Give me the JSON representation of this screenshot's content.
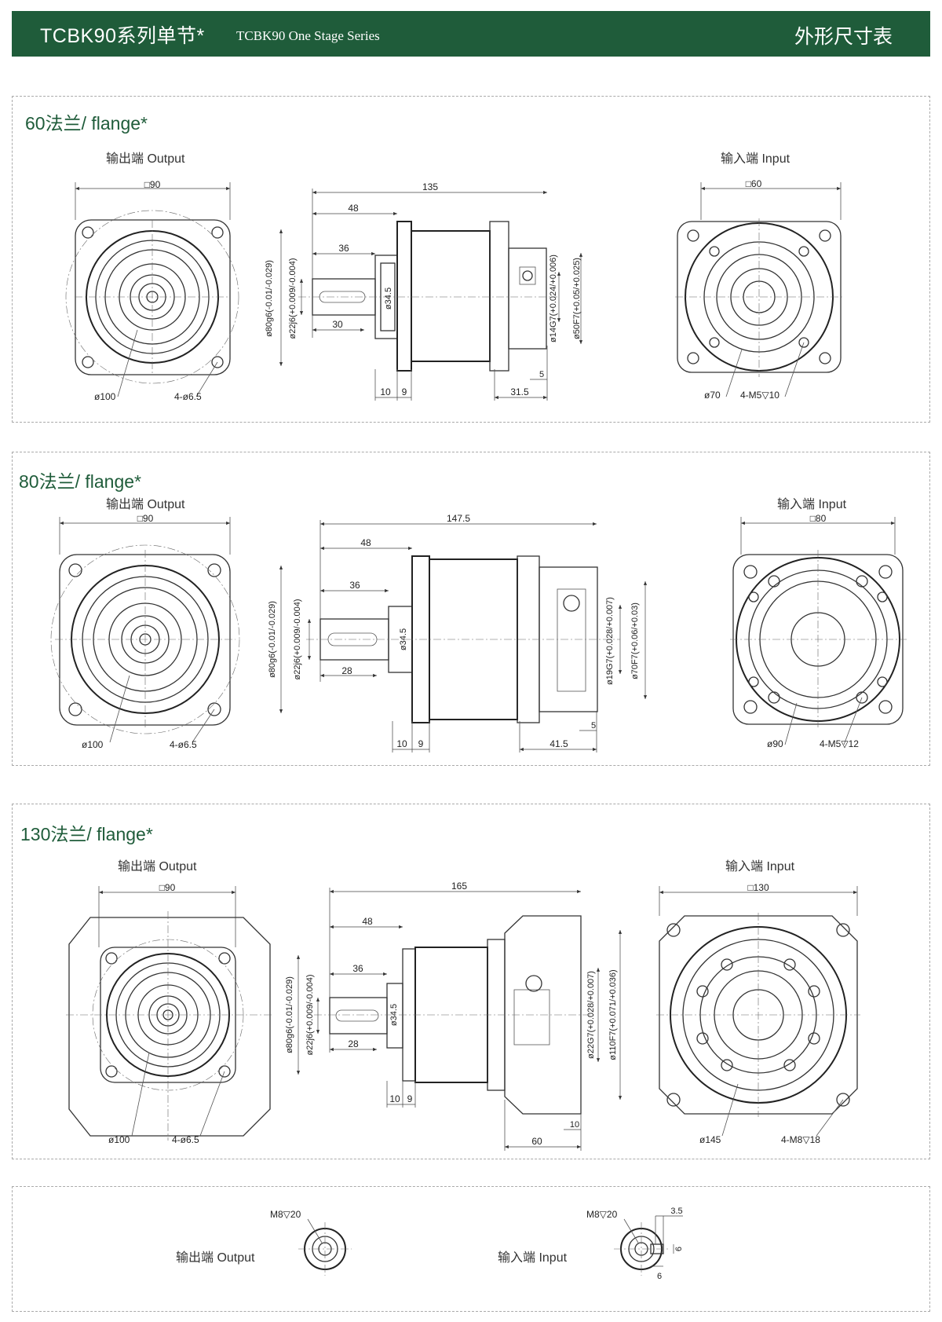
{
  "header": {
    "title_cn": "TCBK90系列单节*",
    "title_en": "TCBK90 One Stage Series",
    "right_title": "外形尺寸表"
  },
  "sections": [
    {
      "title": "60法兰/ flange*",
      "output_label": "输出端  Output",
      "input_label": "输入端  Input",
      "out_square": "□90",
      "out_pcd": "ø100",
      "out_holes": "4-ø6.5",
      "len_total": "135",
      "len_48": "48",
      "len_36": "36",
      "len_key": "30",
      "len_10": "10",
      "len_9": "9",
      "len_tail": "31.5",
      "len_5": "5",
      "dia_flange": "ø80g6(-0.01/-0.029)",
      "dia_shaft": "ø22j6(+0.009/-0.004)",
      "dia_boss": "ø34.5",
      "dia_bore": "ø14G7(+0.024/+0.006)",
      "dia_pilot": "ø50F7(+0.05/+0.025)",
      "in_square": "□60",
      "in_pcd": "ø70",
      "in_holes": "4-M5▽10"
    },
    {
      "title": "80法兰/ flange*",
      "output_label": "输出端  Output",
      "input_label": "输入端  Input",
      "out_square": "□90",
      "out_pcd": "ø100",
      "out_holes": "4-ø6.5",
      "len_total": "147.5",
      "len_48": "48",
      "len_36": "36",
      "len_key": "28",
      "len_10": "10",
      "len_9": "9",
      "len_tail": "41.5",
      "len_5": "5",
      "dia_flange": "ø80g6(-0.01/-0.029)",
      "dia_shaft": "ø22j6(+0.009/-0.004)",
      "dia_boss": "ø34.5",
      "dia_bore": "ø19G7(+0.028/+0.007)",
      "dia_pilot": "ø70F7(+0.06/+0.03)",
      "in_square": "□80",
      "in_pcd": "ø90",
      "in_holes": "4-M5▽12"
    },
    {
      "title": "130法兰/ flange*",
      "output_label": "输出端  Output",
      "input_label": "输入端  Input",
      "out_square": "□90",
      "out_pcd": "ø100",
      "out_holes": "4-ø6.5",
      "len_total": "165",
      "len_48": "48",
      "len_36": "36",
      "len_key": "28",
      "len_10": "10",
      "len_9": "9",
      "len_tail": "60",
      "len_5": "10",
      "dia_flange": "ø80g6(-0.01/-0.029)",
      "dia_shaft": "ø22j6(+0.009/-0.004)",
      "dia_boss": "ø34.5",
      "dia_bore": "ø22G7(+0.028/+0.007)",
      "dia_pilot": "ø110F7(+0.071/+0.036)",
      "in_square": "□130",
      "in_pcd": "ø145",
      "in_holes": "4-M8▽18"
    }
  ],
  "bottom": {
    "output_label": "输出端  Output",
    "input_label": "输入端  Input",
    "out_tap": "M8▽20",
    "in_tap": "M8▽20",
    "dim_35": "3.5",
    "dim_6a": "6",
    "dim_6b": "6"
  }
}
